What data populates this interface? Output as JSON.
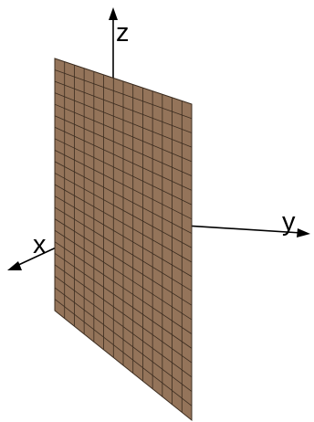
{
  "axes": {
    "z": {
      "label": "z"
    },
    "y": {
      "label": "y"
    },
    "x": {
      "label": "x"
    }
  },
  "plane": {
    "rows": 22,
    "cols": 14
  },
  "colors": {
    "plane_fill": "#94745a",
    "grid_line": "#3b2c1f",
    "axis": "#000000",
    "background": "#ffffff"
  }
}
